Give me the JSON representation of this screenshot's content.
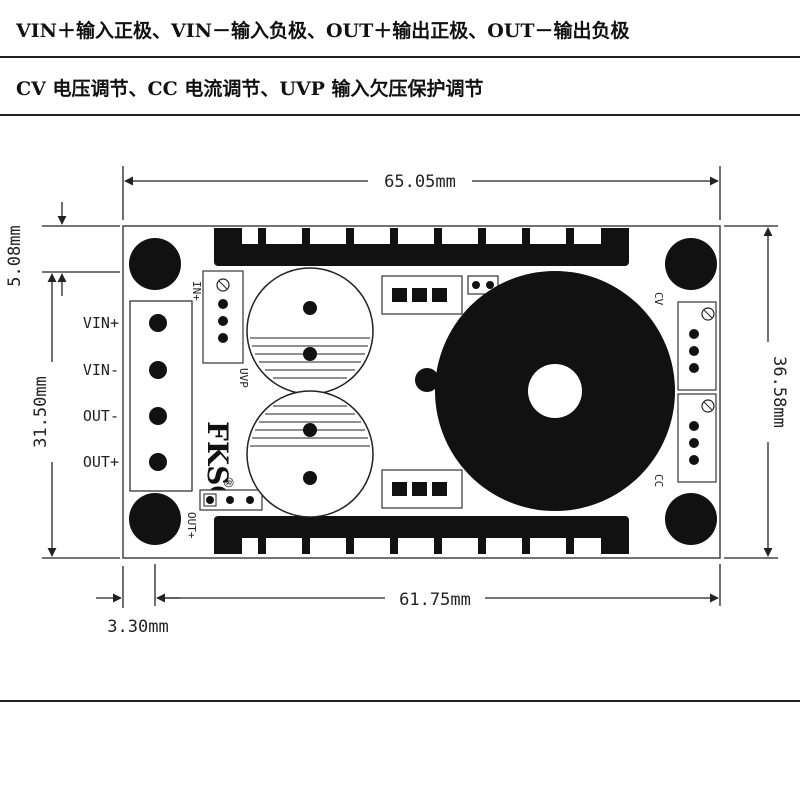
{
  "header": {
    "line1": "VIN＋输入正极、VIN－输入负极、OUT＋输出正极、OUT－输出负极",
    "line2": "CV 电压调节、CC 电流调节、UVP 输入欠压保护调节"
  },
  "dimensions": {
    "width_top": "65.05mm",
    "width_bottom": "61.75mm",
    "height_right": "36.58mm",
    "height_left": "31.50mm",
    "offset_top": "5.08mm",
    "offset_left": "3.30mm"
  },
  "terminals": [
    "VIN+",
    "VIN-",
    "OUT-",
    "OUT+"
  ],
  "board_labels": {
    "in_plus": "IN+",
    "out_plus": "OUT+",
    "uvp": "UVP",
    "cv": "CV",
    "cc": "CC",
    "brand": "FKSO",
    "registered": "®"
  }
}
